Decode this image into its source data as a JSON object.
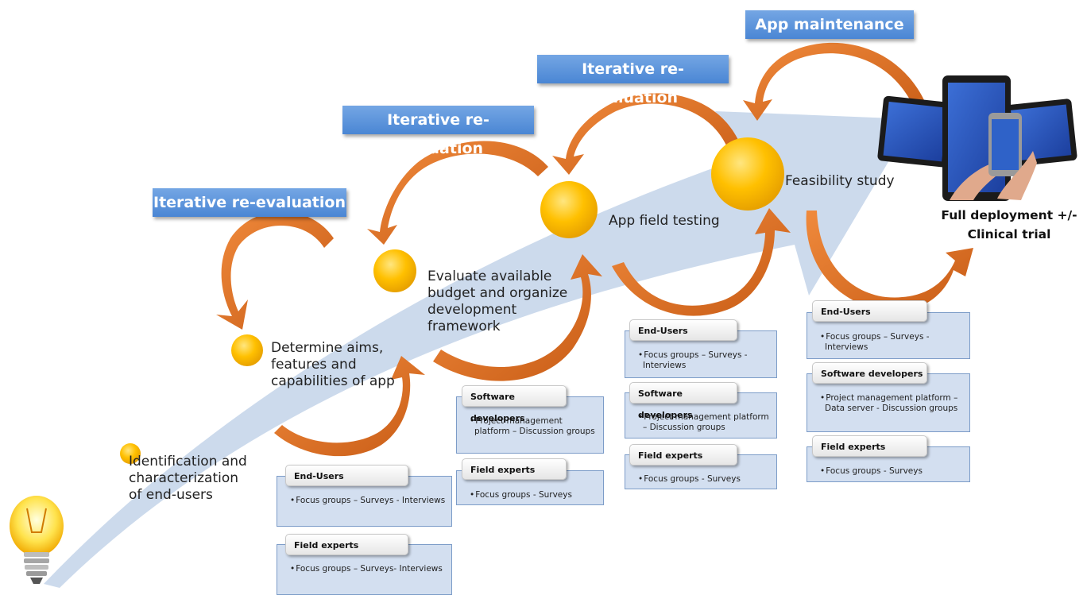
{
  "banners": {
    "b1": "Iterative re-evaluation",
    "b2": "Iterative re-evaluation",
    "b3": "Iterative re-evaluation",
    "b4": "App maintenance"
  },
  "steps": {
    "s1": "Identification and characterization of end-users",
    "s2": "Determine aims, features and capabilities of app",
    "s3": "Evaluate available budget and organize development framework",
    "s4": "App field testing",
    "s5": "Feasibility study"
  },
  "final": {
    "line1": "Full deployment +/-",
    "line2": "Clinical trial"
  },
  "boxes": {
    "stage1": {
      "end_users": {
        "title": "End-Users",
        "items": [
          "Focus groups – Surveys - Interviews"
        ]
      },
      "field_experts": {
        "title": "Field experts",
        "items": [
          "Focus groups – Surveys- Interviews"
        ]
      }
    },
    "stage2": {
      "software_developers": {
        "title": "Software developers",
        "items": [
          "Project management platform – Discussion groups"
        ]
      },
      "field_experts": {
        "title": "Field experts",
        "items": [
          "Focus groups - Surveys"
        ]
      }
    },
    "stage3": {
      "end_users": {
        "title": "End-Users",
        "items": [
          "Focus groups – Surveys - Interviews"
        ]
      },
      "software_developers": {
        "title": "Software developers",
        "items": [
          "Project management platform – Discussion groups"
        ]
      },
      "field_experts": {
        "title": "Field experts",
        "items": [
          "Focus groups - Surveys"
        ]
      }
    },
    "stage4": {
      "end_users": {
        "title": "End-Users",
        "items": [
          "Focus groups – Surveys - Interviews"
        ]
      },
      "software_developers": {
        "title": "Software developers",
        "items": [
          "Project management platform – Data server - Discussion groups"
        ]
      },
      "field_experts": {
        "title": "Field experts",
        "items": [
          "Focus groups - Surveys"
        ]
      }
    }
  },
  "colors": {
    "banner": "#4a86d4",
    "main_arrow": "#c7d6ea",
    "cycle_arrow": "#e07b30",
    "node": "#f6b400",
    "box_fill": "#d3dff0",
    "box_border": "#7c9cc8"
  },
  "icons": [
    "lightbulb-icon",
    "tablets-smartphone-icon"
  ]
}
